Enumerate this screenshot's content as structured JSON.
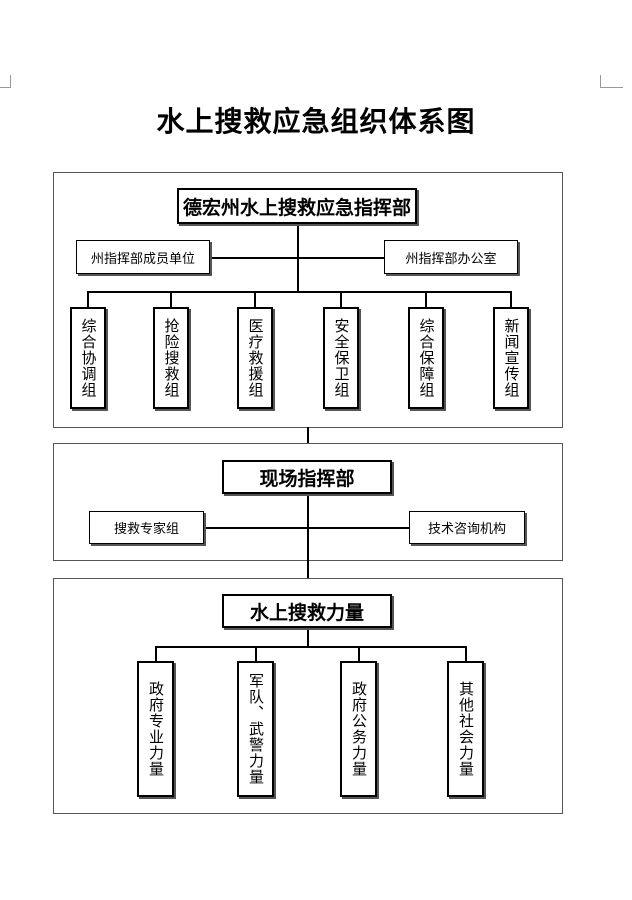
{
  "title": "水上搜救应急组织体系图",
  "command_hq": {
    "label": "德宏州水上搜救应急指挥部",
    "left_unit": "州指挥部成员单位",
    "right_unit": "州指挥部办公室",
    "groups": [
      "综合协调组",
      "抢险搜救组",
      "医疗救援组",
      "安全保卫组",
      "综合保障组",
      "新闻宣传组"
    ]
  },
  "field_command": {
    "label": "现场指挥部",
    "left_unit": "搜救专家组",
    "right_unit": "技术咨询机构"
  },
  "rescue_forces": {
    "label": "水上搜救力量",
    "groups": [
      "政府专业力量",
      "军队、武警力量",
      "政府公务力量",
      "其他社会力量"
    ]
  }
}
